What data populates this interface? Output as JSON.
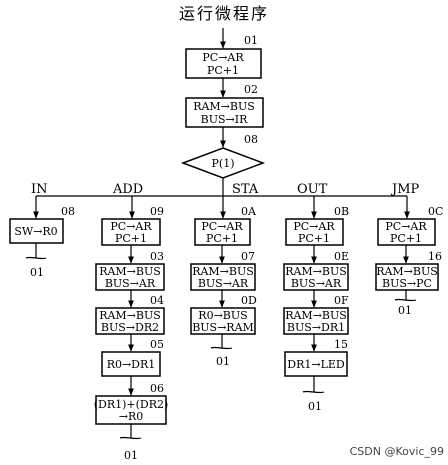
{
  "title": "运行微程序",
  "branches": [
    "IN",
    "ADD",
    "STA",
    "OUT",
    "JMP"
  ],
  "nodes": {
    "n01": {
      "addr": "01",
      "line1": "PC→AR",
      "line2": "PC+1"
    },
    "n02": {
      "addr": "02",
      "line1": "RAM→BUS",
      "line2": "BUS→IR"
    },
    "n08": {
      "addr": "08",
      "line1": "P(1)"
    },
    "in08": {
      "addr": "08",
      "line1": "SW→R0",
      "next": "01"
    },
    "add09": {
      "addr": "09",
      "line1": "PC→AR",
      "line2": "PC+1"
    },
    "add03": {
      "addr": "03",
      "line1": "RAM→BUS",
      "line2": "BUS→AR"
    },
    "add04": {
      "addr": "04",
      "line1": "RAM→BUS",
      "line2": "BUS→DR2"
    },
    "add05": {
      "addr": "05",
      "line1": "R0→DR1"
    },
    "add06": {
      "addr": "06",
      "line1": "(DR1)+(DR2)",
      "line2": "→R0",
      "next": "01"
    },
    "sta0A": {
      "addr": "0A",
      "line1": "PC→AR",
      "line2": "PC+1"
    },
    "sta07": {
      "addr": "07",
      "line1": "RAM→BUS",
      "line2": "BUS→AR"
    },
    "sta0D": {
      "addr": "0D",
      "line1": "R0→BUS",
      "line2": "BUS→RAM",
      "next": "01"
    },
    "out0B": {
      "addr": "0B",
      "line1": "PC→AR",
      "line2": "PC+1"
    },
    "out0E": {
      "addr": "0E",
      "line1": "RAM→BUS",
      "line2": "BUS→AR"
    },
    "out0F": {
      "addr": "0F",
      "line1": "RAM→BUS",
      "line2": "BUS→DR1"
    },
    "out15": {
      "addr": "15",
      "line1": "DR1→LED",
      "next": "01"
    },
    "jmp0C": {
      "addr": "0C",
      "line1": "PC→AR",
      "line2": "PC+1"
    },
    "jmp16": {
      "addr": "16",
      "line1": "RAM→BUS",
      "line2": "BUS→PC",
      "next": "01"
    }
  },
  "watermark": "CSDN @Kovic_99"
}
